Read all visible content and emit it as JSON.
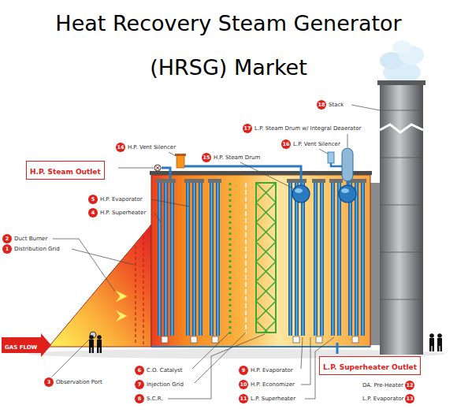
{
  "diagram": {
    "title": "Heat Recovery Steam Generator (HRSG) Market",
    "nodes": [
      {
        "text": [
          "H.P. Steam Outlet"
        ]
      },
      {
        "text": [
          "GAS FLOW"
        ]
      },
      {
        "text": [
          "L.P. Superheater Outlet"
        ]
      }
    ],
    "labels": [
      "18",
      "Stack",
      "17",
      "L.P. Steam Drum w/ Integral Deaerator",
      "16",
      "L.P. Vent Silencer",
      "14",
      "H.P. Vent Silencer",
      "15",
      "H.P. Steam Drum",
      "5",
      "H.P. Evaporator",
      "4",
      "H.P. Superheater",
      "2",
      "Duct Burner",
      "1",
      "Distribution Grid",
      "6",
      "C.O. Catalyst",
      "9",
      "H.P. Evaporator",
      "3",
      "Observation Port",
      "7",
      "Injection Grid",
      "10",
      "H.P. Economizer",
      "DA. Pre-Heater",
      "12",
      "8",
      "S.C.R.",
      "11",
      "L.P. Superheater",
      "L.P. Evaporator",
      "13"
    ]
  }
}
